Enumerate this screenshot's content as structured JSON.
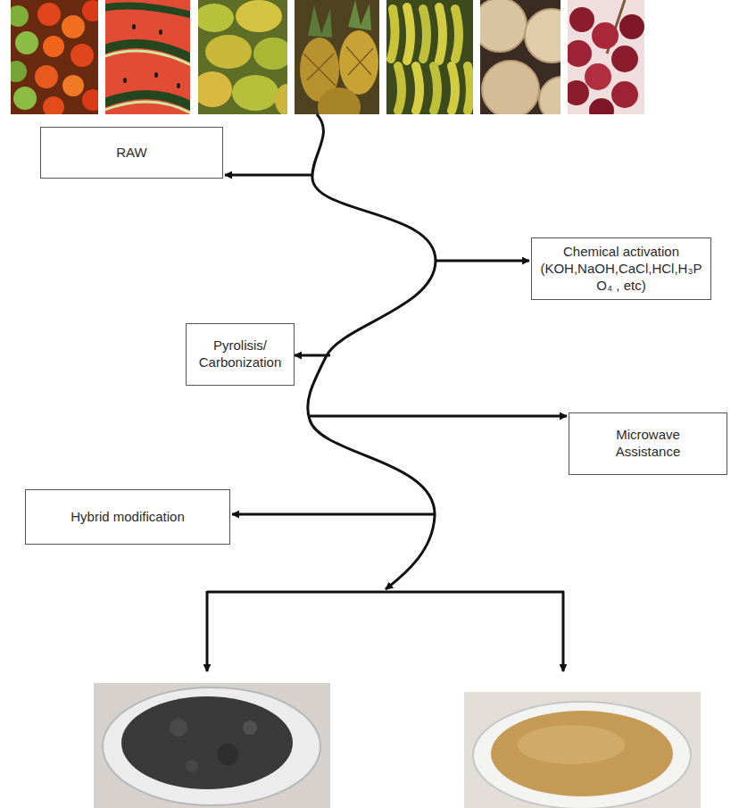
{
  "diagram": {
    "nodes": [
      {
        "text": [
          "RAW"
        ]
      },
      {
        "text": [
          "Chemical activation (KOH,NaOH,CaCl,HCl,H₃PO₄ , etc)"
        ]
      },
      {
        "text": [
          "Pyrolisis/ Carbonization"
        ]
      },
      {
        "text": [
          "Microwave Assistance"
        ]
      },
      {
        "text": [
          "Hybrid modification"
        ]
      }
    ]
  }
}
